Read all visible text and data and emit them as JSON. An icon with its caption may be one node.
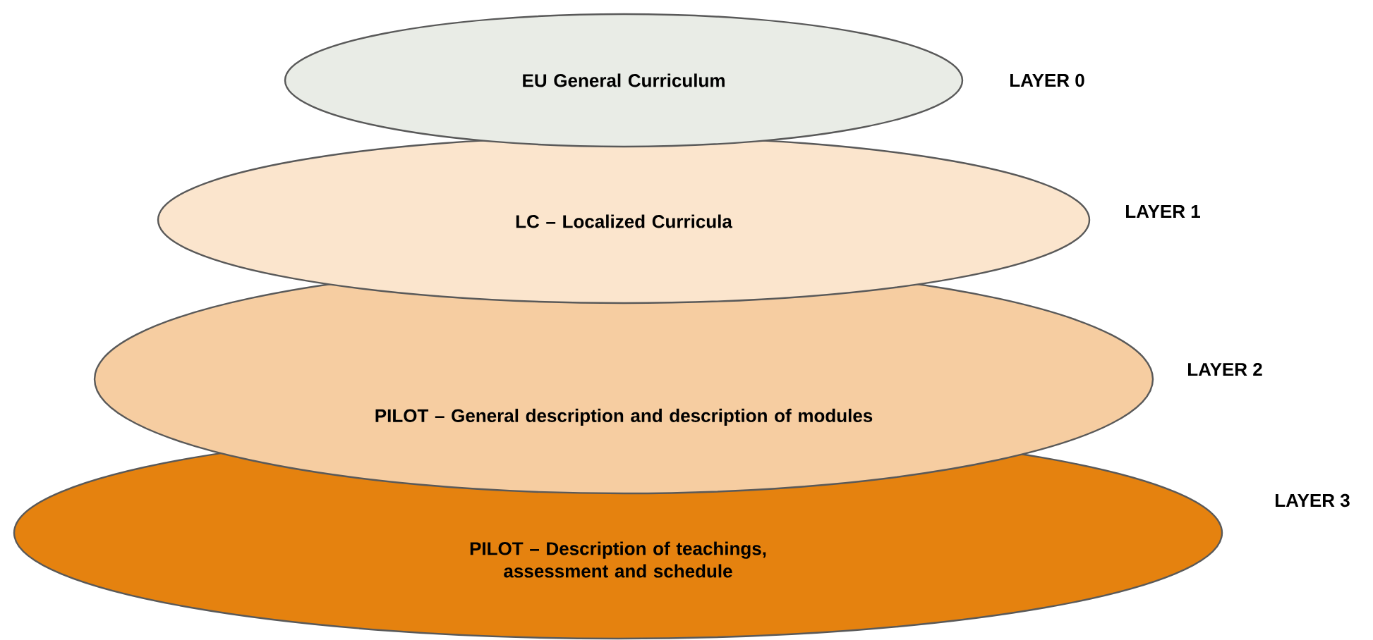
{
  "diagram": {
    "nodes": [
      {
        "text": [
          "EU General Curriculum"
        ],
        "beside": [
          "LAYER 0"
        ]
      },
      {
        "text": [
          "LC – Localized Curricula"
        ],
        "beside": [
          "LAYER 1"
        ]
      },
      {
        "text": [
          "PILOT – General description and description of modules"
        ],
        "beside": [
          "LAYER 2"
        ]
      },
      {
        "text": [
          "PILOT – Description of teachings, assessment and schedule"
        ],
        "beside": [
          "LAYER 3"
        ]
      }
    ]
  }
}
